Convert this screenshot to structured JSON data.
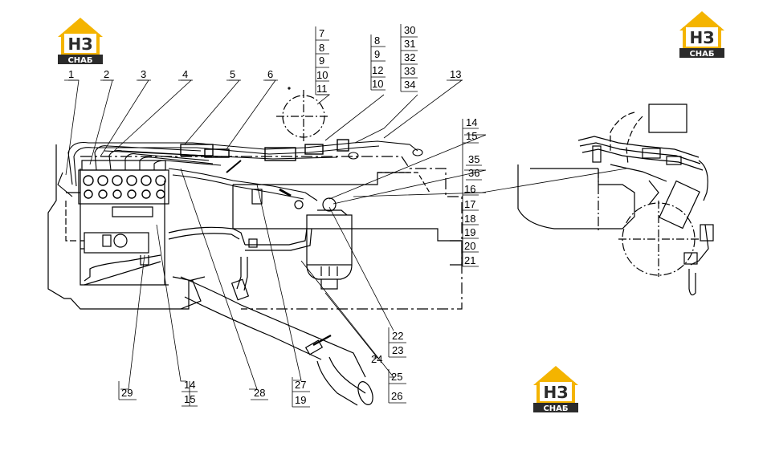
{
  "logos": [
    {
      "letters": "НЗ",
      "word": "СНАБ"
    },
    {
      "letters": "НЗ",
      "word": "СНАБ"
    },
    {
      "letters": "НЗ",
      "word": "СНАБ"
    }
  ],
  "colors": {
    "logo_yellow": "#f4b400",
    "logo_dark": "#2b2b2b",
    "line": "#000000"
  },
  "callouts": {
    "c1": "1",
    "c2": "2",
    "c3": "3",
    "c4": "4",
    "c5": "5",
    "c6": "6",
    "c7": "7",
    "c8a": "8",
    "c9a": "9",
    "c10a": "10",
    "c11": "11",
    "c8b": "8",
    "c9b": "9",
    "c12": "12",
    "c10b": "10",
    "c30": "30",
    "c31": "31",
    "c32": "32",
    "c33": "33",
    "c34": "34",
    "c13": "13",
    "c14a": "14",
    "c15a": "15",
    "c35": "35",
    "c36": "36",
    "c16": "16",
    "c17": "17",
    "c18": "18",
    "c19a": "19",
    "c20": "20",
    "c21": "21",
    "c22": "22",
    "c23": "23",
    "c24": "24",
    "c25": "25",
    "c26": "26",
    "c27": "27",
    "c19b": "19",
    "c28": "28",
    "c14b": "14",
    "c15b": "15",
    "c29": "29"
  }
}
